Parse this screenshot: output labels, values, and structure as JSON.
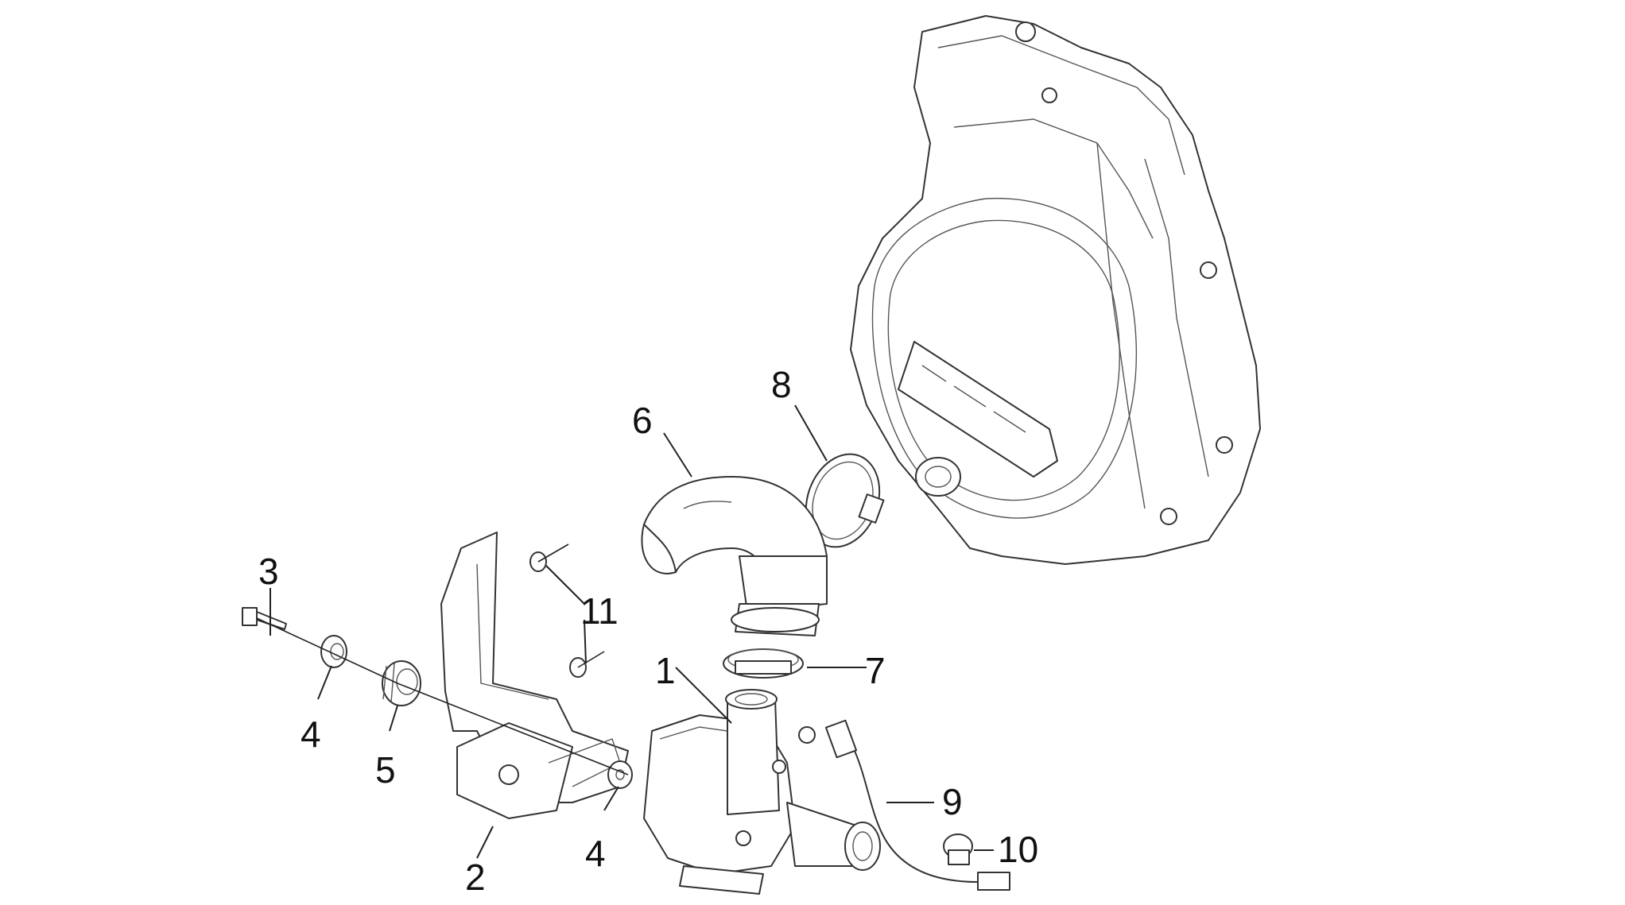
{
  "diagram": {
    "parts": [
      {
        "id": "p1",
        "label": "1"
      },
      {
        "id": "p2",
        "label": "2"
      },
      {
        "id": "p3",
        "label": "3"
      },
      {
        "id": "p4a",
        "label": "4"
      },
      {
        "id": "p4b",
        "label": "4"
      },
      {
        "id": "p5",
        "label": "5"
      },
      {
        "id": "p6",
        "label": "6"
      },
      {
        "id": "p7",
        "label": "7"
      },
      {
        "id": "p8",
        "label": "8"
      },
      {
        "id": "p9",
        "label": "9"
      },
      {
        "id": "p10",
        "label": "10"
      },
      {
        "id": "p11",
        "label": "11"
      }
    ]
  }
}
